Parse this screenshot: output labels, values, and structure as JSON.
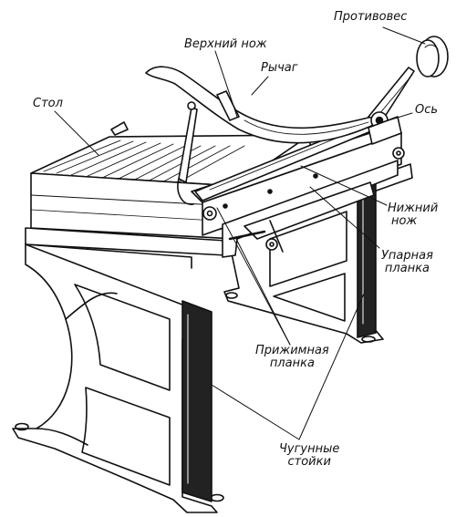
{
  "labels": {
    "counterweight": "Противовес",
    "upper_blade": "Верхний нож",
    "lever": "Рычаг",
    "table": "Стол",
    "axis": "Ось",
    "lower_blade_1": "Нижний",
    "lower_blade_2": "нож",
    "stop_bar_1": "Упарная",
    "stop_bar_2": "планка",
    "clamp_bar_1": "Прижимная",
    "clamp_bar_2": "планка",
    "stands_1": "Чугунные",
    "stands_2": "стойки"
  },
  "colors": {
    "ink": "#111111",
    "paper": "#ffffff",
    "shade": "#222222"
  }
}
